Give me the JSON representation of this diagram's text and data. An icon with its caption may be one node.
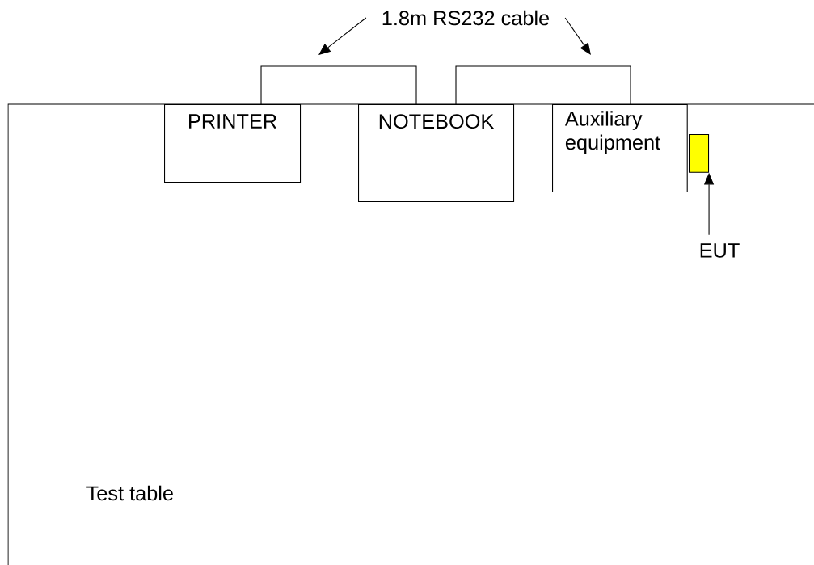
{
  "diagram": {
    "nodes": [
      {
        "text": [
          "Test table"
        ]
      },
      {
        "text": [
          "PRINTER"
        ],
        "in": 0
      },
      {
        "text": [
          "NOTEBOOK"
        ],
        "in": 0
      },
      {
        "text": [
          "Auxiliary equipment"
        ],
        "in": 0
      },
      {
        "text": [],
        "shape": "box",
        "in": 0
      },
      {
        "text": [
          "EUT"
        ],
        "in": 0
      },
      {
        "text": [
          "1.8m RS232 cable"
        ]
      }
    ],
    "edges": [
      {
        "from": 1,
        "to": 2,
        "arrow": "none"
      },
      {
        "from": 2,
        "to": 3,
        "arrow": "none"
      },
      {
        "from": 6,
        "to": null,
        "arrow": "to"
      },
      {
        "from": 6,
        "to": null,
        "arrow": "to"
      },
      {
        "from": 5,
        "to": 4,
        "arrow": "to"
      }
    ]
  }
}
